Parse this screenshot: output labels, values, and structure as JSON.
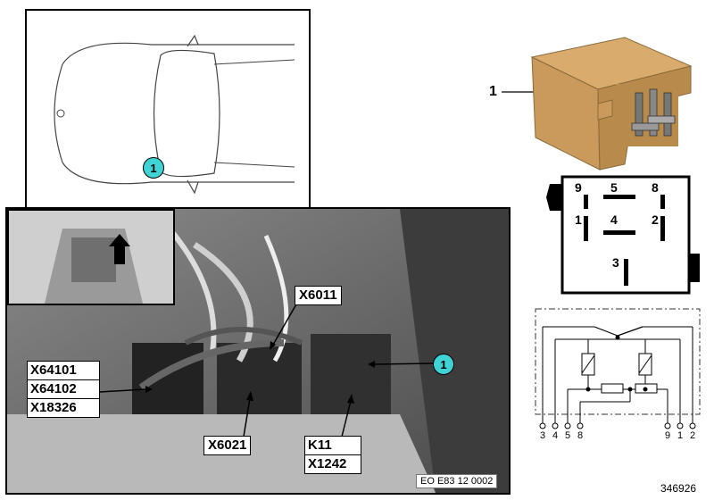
{
  "callout_number": "1",
  "part_number": "1",
  "connectors": {
    "left_stack": [
      "X64101",
      "X64102",
      "X18326"
    ],
    "top": "X6011",
    "bottom_left": "X6021",
    "bottom_right_stack": [
      "K11",
      "X1242"
    ]
  },
  "pinout": {
    "pins": [
      "9",
      "5",
      "8",
      "1",
      "4",
      "2",
      "3"
    ]
  },
  "schematic_terminals": [
    "3",
    "4",
    "5",
    "8",
    "9",
    "1",
    "2"
  ],
  "photo_id": "EO E83 12 0002",
  "diagram_number": "346926"
}
